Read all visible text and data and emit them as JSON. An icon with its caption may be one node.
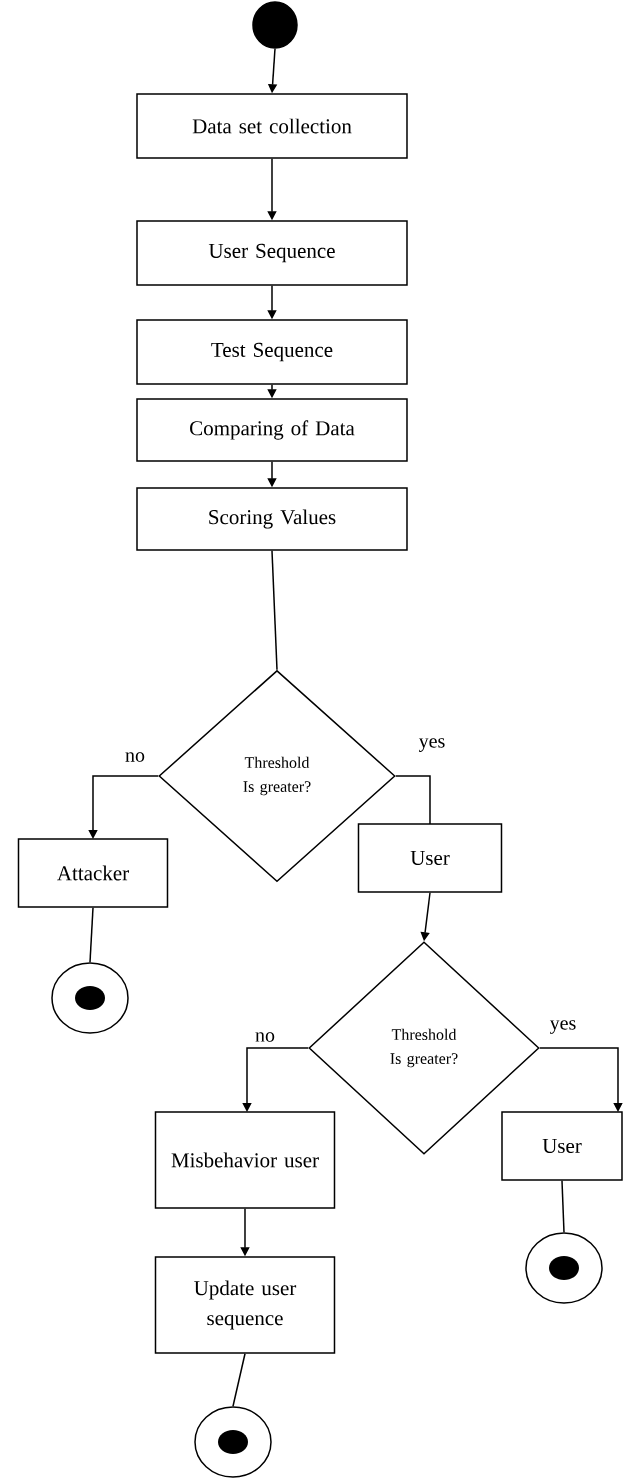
{
  "diagram": {
    "nodes": [
      {
        "text": [],
        "shape": "dot"
      },
      {
        "text": [
          "Data set collection"
        ]
      },
      {
        "text": [
          "User Sequence"
        ]
      },
      {
        "text": [
          "Test Sequence"
        ]
      },
      {
        "text": [
          "Comparing of Data"
        ]
      },
      {
        "text": [
          "Scoring Values"
        ]
      },
      {
        "text": [
          "Threshold Is greater?"
        ]
      },
      {
        "text": [
          "Attacker"
        ]
      },
      {
        "text": [],
        "shape": "bullseye"
      },
      {
        "text": [
          "User"
        ]
      },
      {
        "text": [
          "Threshold Is greater?"
        ]
      },
      {
        "text": [
          "Misbehavior user"
        ]
      },
      {
        "text": [
          "User"
        ]
      },
      {
        "text": [
          "Update user sequence"
        ]
      },
      {
        "text": [],
        "shape": "bullseye"
      },
      {
        "text": [],
        "shape": "bullseye"
      }
    ],
    "edges": [
      {
        "from": 0,
        "to": 1,
        "arrow": "to"
      },
      {
        "from": 1,
        "to": 2,
        "arrow": "to"
      },
      {
        "from": 2,
        "to": 3,
        "arrow": "to"
      },
      {
        "from": 3,
        "to": 4,
        "arrow": "to"
      },
      {
        "from": 4,
        "to": 5,
        "arrow": "to"
      },
      {
        "from": 5,
        "to": 6,
        "arrow": "none"
      },
      {
        "from": 6,
        "to": 7,
        "label": "no",
        "arrow": "to"
      },
      {
        "from": 6,
        "to": 9,
        "label": "yes",
        "arrow": "none"
      },
      {
        "from": 7,
        "to": 8,
        "arrow": "none"
      },
      {
        "from": 9,
        "to": 10,
        "arrow": "to"
      },
      {
        "from": 10,
        "to": 11,
        "label": "no",
        "arrow": "to"
      },
      {
        "from": 10,
        "to": 12,
        "label": "yes",
        "arrow": "to"
      },
      {
        "from": 11,
        "to": 13,
        "arrow": "to"
      },
      {
        "from": 12,
        "to": 14,
        "arrow": "none"
      },
      {
        "from": 13,
        "to": 15,
        "arrow": "none"
      }
    ]
  }
}
